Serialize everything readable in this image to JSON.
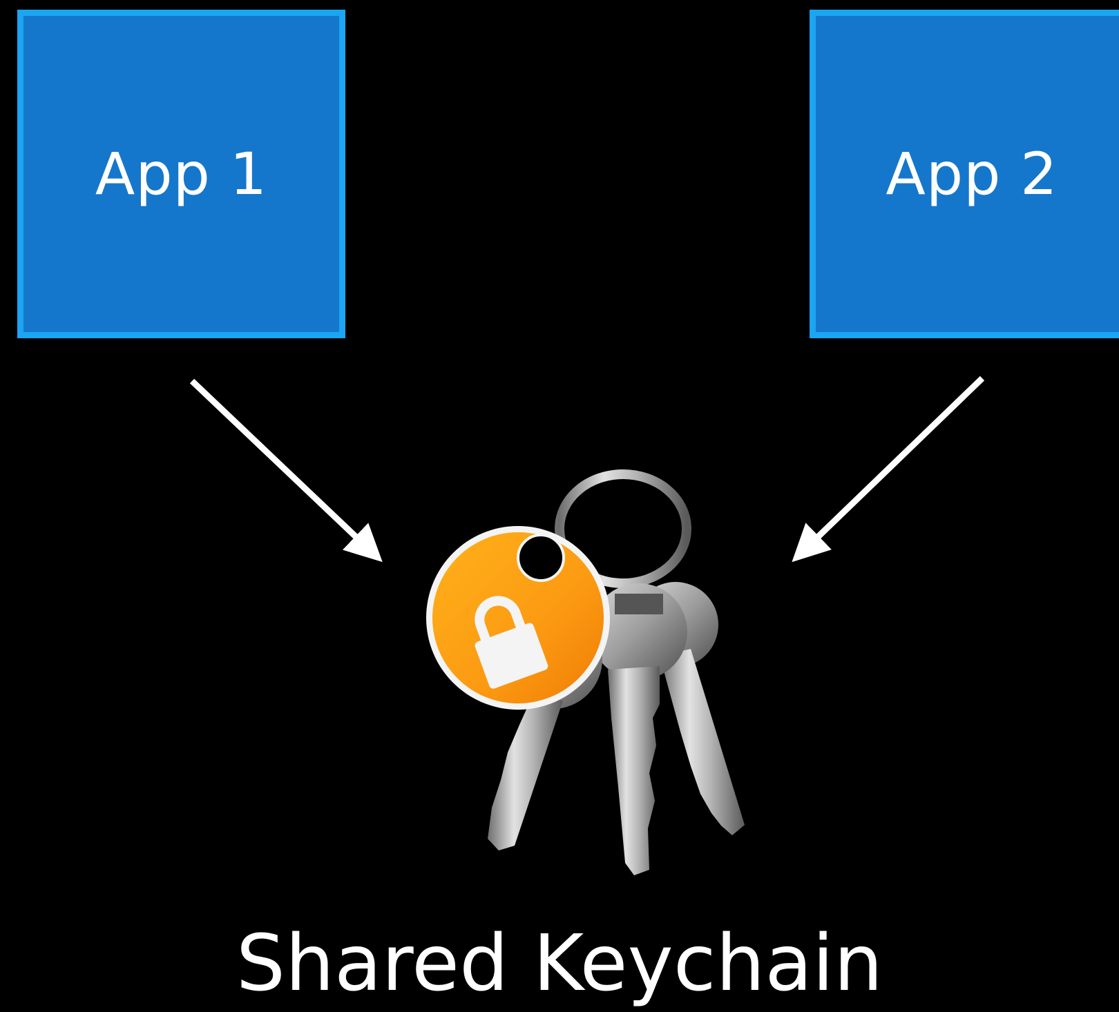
{
  "apps": [
    {
      "label": "App 1"
    },
    {
      "label": "App 2"
    }
  ],
  "caption": "Shared Keychain",
  "icons": {
    "keychain": "keychain-icon",
    "lock": "lock-icon"
  },
  "colors": {
    "background": "#000000",
    "app_fill": "#1577cb",
    "app_border": "#1ba5f2",
    "tag_orange": "#fb9a12",
    "arrow": "#ffffff"
  }
}
